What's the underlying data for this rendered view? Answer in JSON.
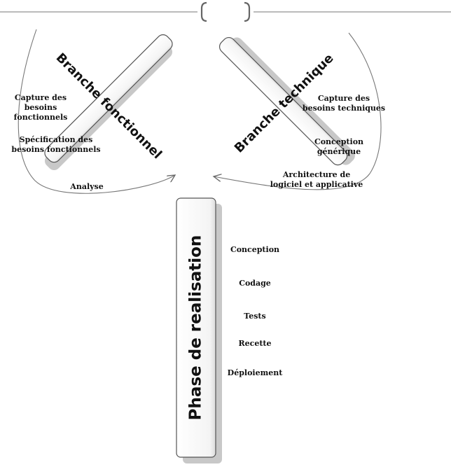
{
  "header": {
    "center_marker": ""
  },
  "branches": {
    "functional": {
      "title": "Branche fonctionnel",
      "steps": [
        "Capture des besoins\nfonctionnels",
        "Spécification des\nbesoins fonctionnels",
        "Analyse"
      ]
    },
    "technical": {
      "title": "Branche technique",
      "steps": [
        "Capture des\nbesoins techniques",
        "Conception générique",
        "Architecture de\nlogiciel et applicative"
      ]
    },
    "realisation": {
      "title": "Phase de realisation",
      "steps": [
        "Conception",
        "Codage",
        "Tests",
        "Recette",
        "Déploiement"
      ]
    }
  },
  "colors": {
    "pill_fill": "#ffffff",
    "pill_stroke": "#555555",
    "shadow": "#c8c8c8",
    "line": "#777777",
    "text": "#111111"
  }
}
